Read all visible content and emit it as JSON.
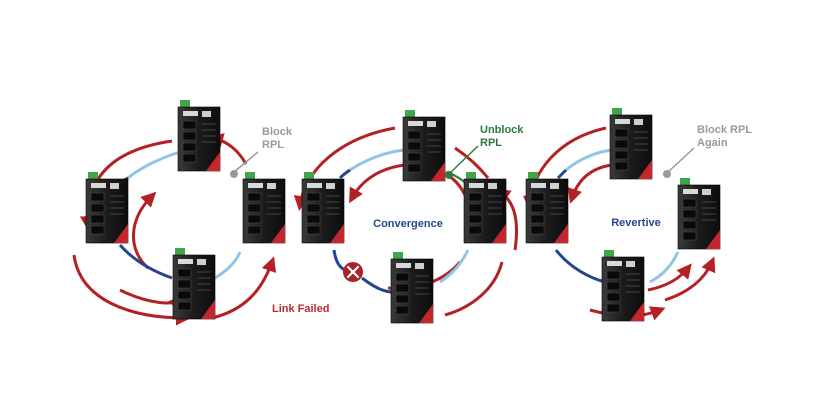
{
  "colors": {
    "ring_red": "#b42025",
    "ring_blue": "#23468f",
    "ring_light": "#8fc6e6",
    "label_gray": "#9a9a9a",
    "label_green": "#2d7a3a",
    "label_blue": "#23468f",
    "label_red": "#c0282d",
    "switch_body": "#1f1f1f",
    "switch_terminal": "#3fa64a",
    "failed_marker": "#a8242a"
  },
  "panel1": {
    "label_line1": "Block",
    "label_line2": "RPL"
  },
  "panel2": {
    "unblock_line1": "Unblock",
    "unblock_line2": "RPL",
    "center_label": "Convergence",
    "failed_label": "Link Failed",
    "failed_icon": "x-icon"
  },
  "panel3": {
    "label_line1": "Block RPL",
    "label_line2": "Again",
    "center_label": "Revertive"
  }
}
